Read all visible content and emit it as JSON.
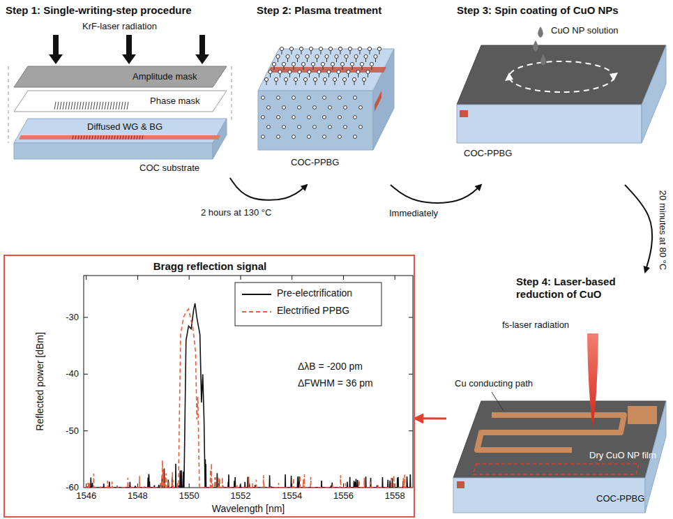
{
  "diagram": {
    "nodes": [
      {
        "text": [
          "Step 1: Single-writing-step procedure",
          "KrF-laser radiation",
          "Amplitude mask",
          "Phase mask",
          "Diffused WG & BG",
          "COC substrate"
        ]
      },
      {
        "text": [
          "Step 2: Plasma treatment",
          "COC-PPBG"
        ]
      },
      {
        "text": [
          "Step 3: Spin coating of CuO NPs",
          "CuO NP solution",
          "COC-PPBG"
        ]
      },
      {
        "text": [
          "Step 4: Laser-based reduction of CuO",
          "fs-laser radiation",
          "Cu conducting path",
          "Dry CuO NP film",
          "COC-PPBG"
        ]
      },
      {
        "text": [
          "Bragg reflection signal",
          "Reflected power [dBm]",
          "Wavelength [nm]",
          "ΔλB = -200 pm",
          "ΔFWHM = 36 pm",
          "-30",
          "-40",
          "-50",
          "-60",
          "1546",
          "1548",
          "1550",
          "1552",
          "1554",
          "1556",
          "1558"
        ]
      }
    ],
    "edges": [
      {
        "from": 0,
        "to": 1,
        "arrow": "to",
        "label": "2 hours at 130 °C"
      },
      {
        "from": 1,
        "to": 2,
        "arrow": "to",
        "label": "Immediately"
      },
      {
        "from": 2,
        "to": 3,
        "arrow": "to",
        "label": "20 minutes at 80 °C"
      },
      {
        "from": 3,
        "to": 4,
        "arrow": "to"
      }
    ],
    "legend": [
      {
        "text": "Pre-electrification"
      },
      {
        "text": "Electrified PPBG"
      }
    ]
  }
}
